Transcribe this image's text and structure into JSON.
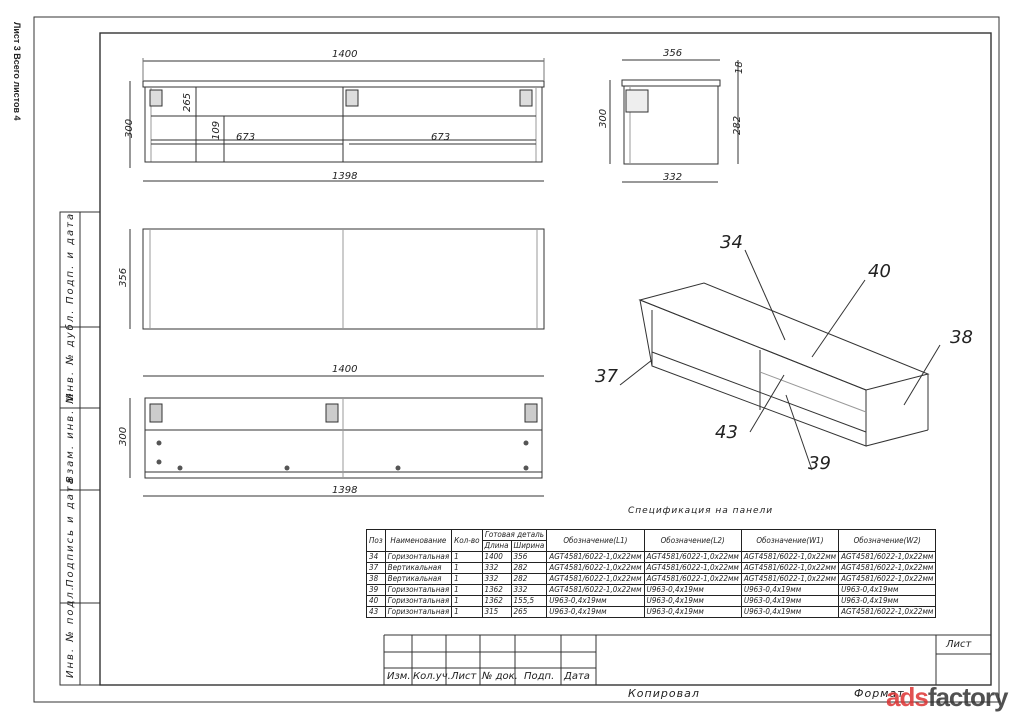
{
  "sheet_note": "Лист 3 Всего листов 4",
  "side_stamp": [
    "Подп. и дата",
    "Инв. № дубл.",
    "Взам. инв. №",
    "Подпись и дата",
    "Инв. № подл."
  ],
  "dims": {
    "front_top_width": "1400",
    "front_height": "300",
    "front_inner_height": "265",
    "front_shelf": "109",
    "front_left_width": "673",
    "front_right_width": "673",
    "front_bottom_width": "1398",
    "side_width": "356",
    "side_top": "18",
    "side_height": "300",
    "side_inner_height": "282",
    "side_bottom": "332",
    "top_depth": "356",
    "back_top_width": "1400",
    "back_height": "300",
    "back_bottom_width": "1398"
  },
  "callouts": [
    "34",
    "40",
    "38",
    "37",
    "43",
    "39"
  ],
  "spec": {
    "title": "Спецификация на панели",
    "headers": {
      "pos": "Поз",
      "name": "Наименование",
      "qty": "Кол-во",
      "finished": "Готовая деталь",
      "length": "Длина",
      "width": "Ширина",
      "l1": "Обозначение(L1)",
      "l2": "Обозначение(L2)",
      "w1": "Обозначение(W1)",
      "w2": "Обозначение(W2)"
    },
    "rows": [
      {
        "pos": "34",
        "name": "Горизонтальная",
        "qty": "1",
        "length": "1400",
        "width": "356",
        "l1": "AGT4581/6022-1,0x22мм",
        "l2": "AGT4581/6022-1,0x22мм",
        "w1": "AGT4581/6022-1,0x22мм",
        "w2": "AGT4581/6022-1,0x22мм"
      },
      {
        "pos": "37",
        "name": "Вертикальная",
        "qty": "1",
        "length": "332",
        "width": "282",
        "l1": "AGT4581/6022-1,0x22мм",
        "l2": "AGT4581/6022-1,0x22мм",
        "w1": "AGT4581/6022-1,0x22мм",
        "w2": "AGT4581/6022-1,0x22мм"
      },
      {
        "pos": "38",
        "name": "Вертикальная",
        "qty": "1",
        "length": "332",
        "width": "282",
        "l1": "AGT4581/6022-1,0x22мм",
        "l2": "AGT4581/6022-1,0x22мм",
        "w1": "AGT4581/6022-1,0x22мм",
        "w2": "AGT4581/6022-1,0x22мм"
      },
      {
        "pos": "39",
        "name": "Горизонтальная",
        "qty": "1",
        "length": "1362",
        "width": "332",
        "l1": "AGT4581/6022-1,0x22мм",
        "l2": "U963-0,4x19мм",
        "w1": "U963-0,4x19мм",
        "w2": "U963-0,4x19мм"
      },
      {
        "pos": "40",
        "name": "Горизонтальная",
        "qty": "1",
        "length": "1362",
        "width": "155,5",
        "l1": "U963-0,4x19мм",
        "l2": "U963-0,4x19мм",
        "w1": "U963-0,4x19мм",
        "w2": "U963-0,4x19мм"
      },
      {
        "pos": "43",
        "name": "Горизонтальная",
        "qty": "1",
        "length": "315",
        "width": "265",
        "l1": "U963-0,4x19мм",
        "l2": "U963-0,4x19мм",
        "w1": "U963-0,4x19мм",
        "w2": "AGT4581/6022-1,0x22мм"
      }
    ]
  },
  "title_block": {
    "cols": [
      "Изм.",
      "Кол.уч.",
      "Лист",
      "№ док.",
      "Подп.",
      "Дата"
    ],
    "sheet": "Лист",
    "copied": "Копировал",
    "format": "Формат"
  },
  "watermark": {
    "red": "ads",
    "dark": "factory"
  }
}
